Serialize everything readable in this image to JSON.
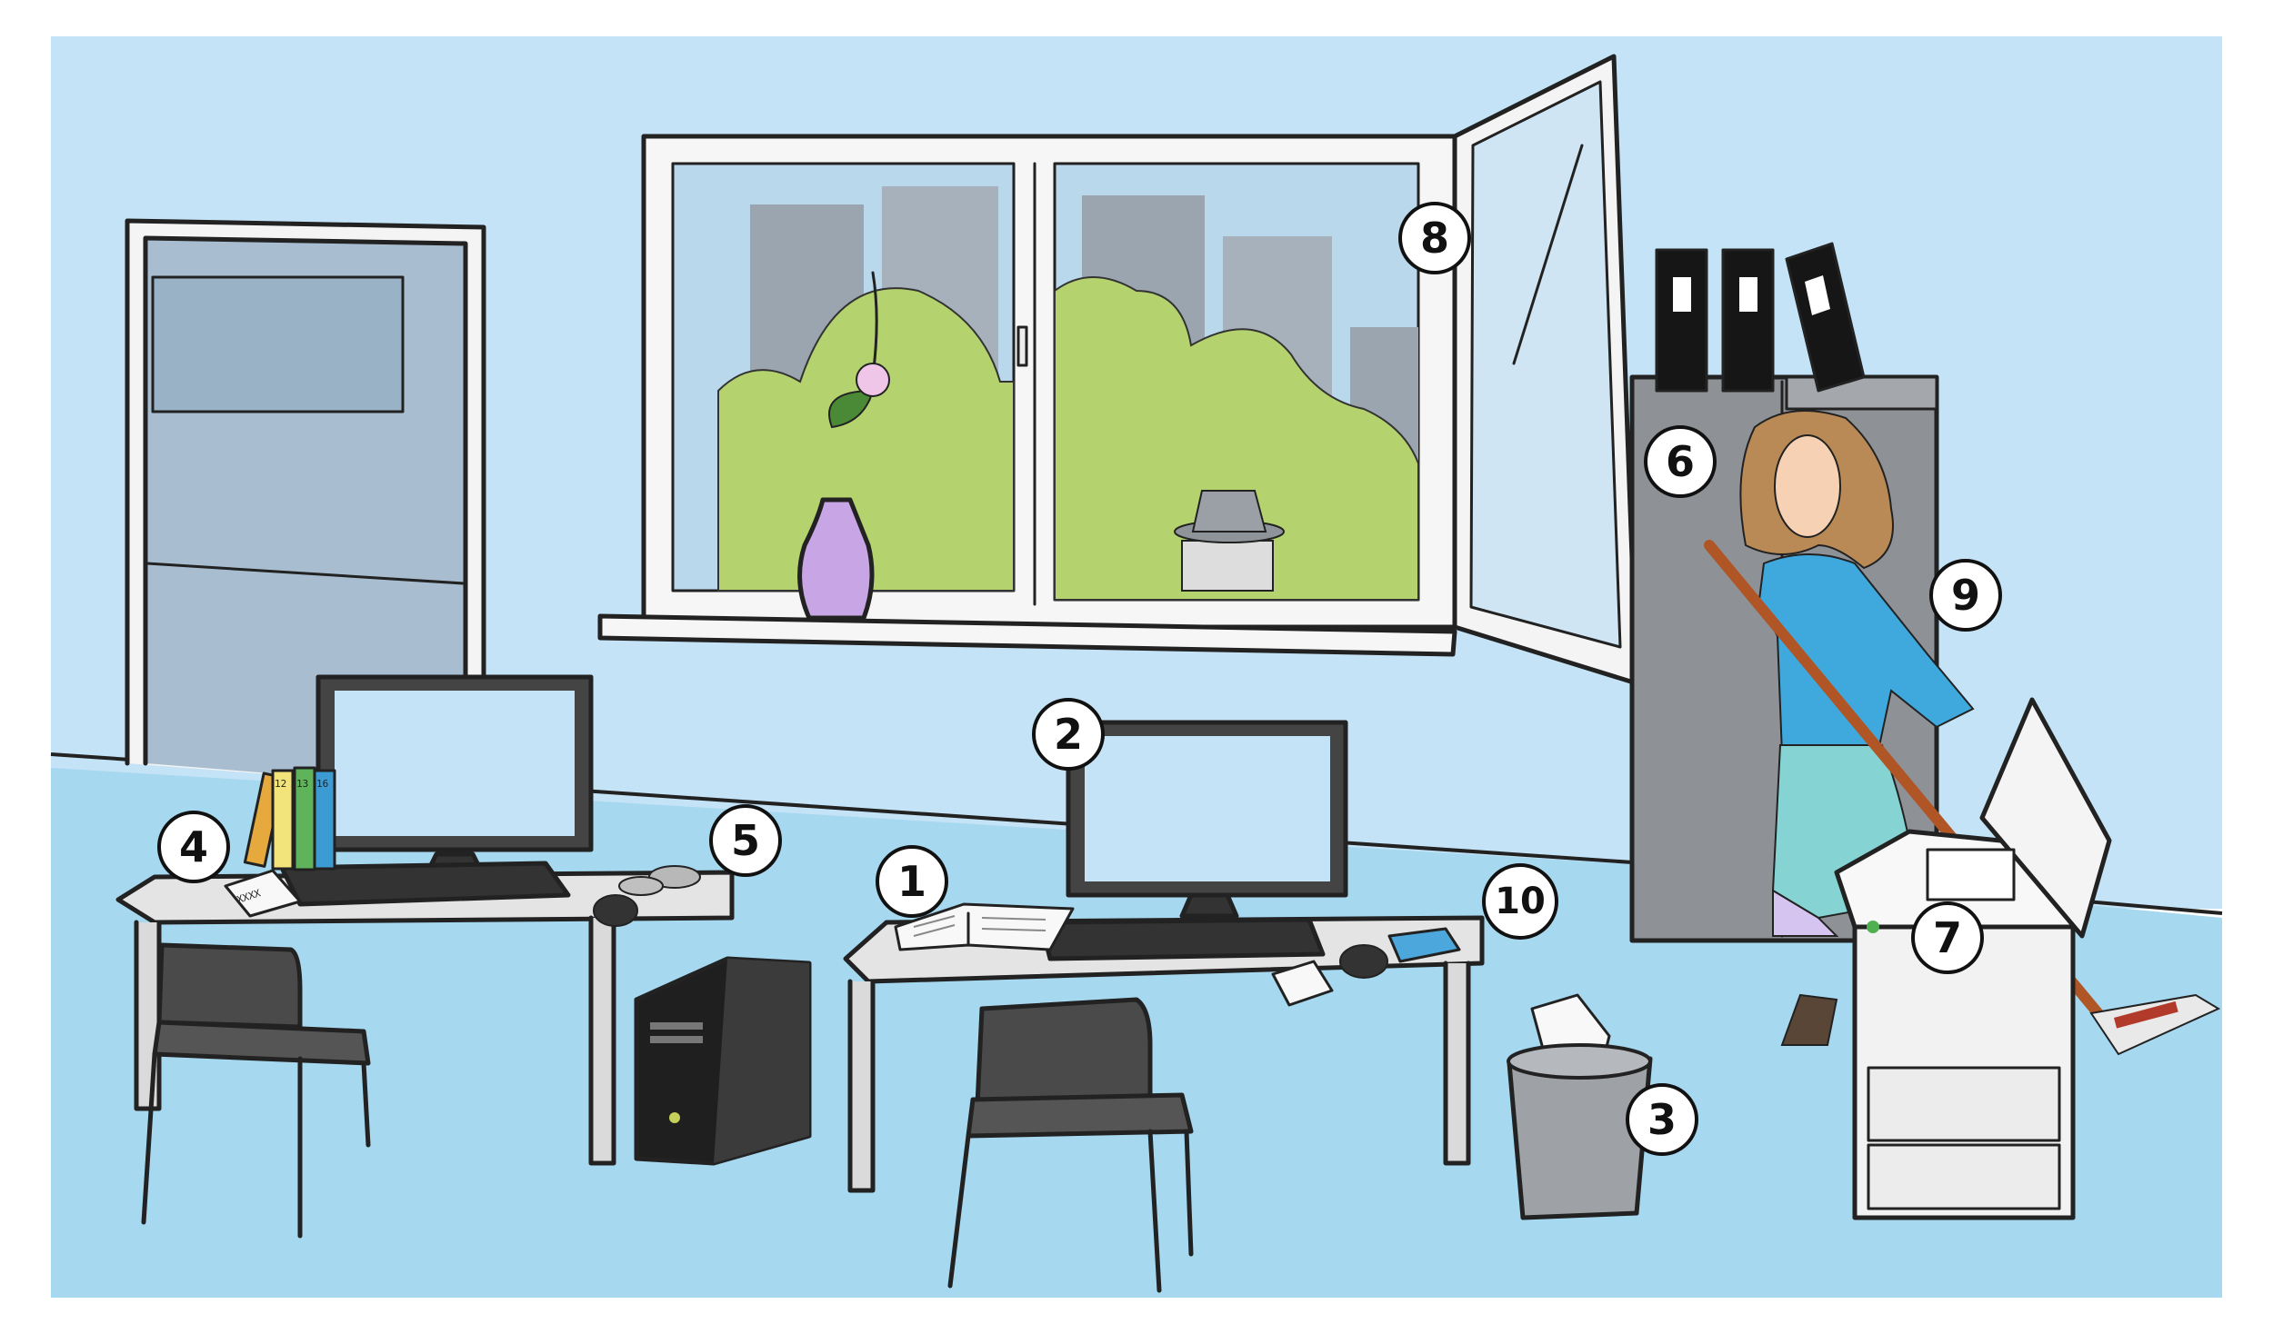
{
  "labels": {
    "l1": "1",
    "l2": "2",
    "l3": "3",
    "l4": "4",
    "l5": "5",
    "l6": "6",
    "l7": "7",
    "l8": "8",
    "l9": "9",
    "l10": "10"
  },
  "book_labels": {
    "b1": "12",
    "b2": "13",
    "b3": "16"
  },
  "note_text": "XXXX",
  "colors": {
    "wall": "#c5e3f6",
    "floor": "#a6d8f0",
    "greenery": "#b4d36e",
    "vase": "#c8a6e6",
    "sweater": "#3fa9dd",
    "skirt": "#86d3d3",
    "hair": "#b98a55",
    "binder": "#161616",
    "cabinet": "#8e9196",
    "desk": "#e4e4e4"
  }
}
